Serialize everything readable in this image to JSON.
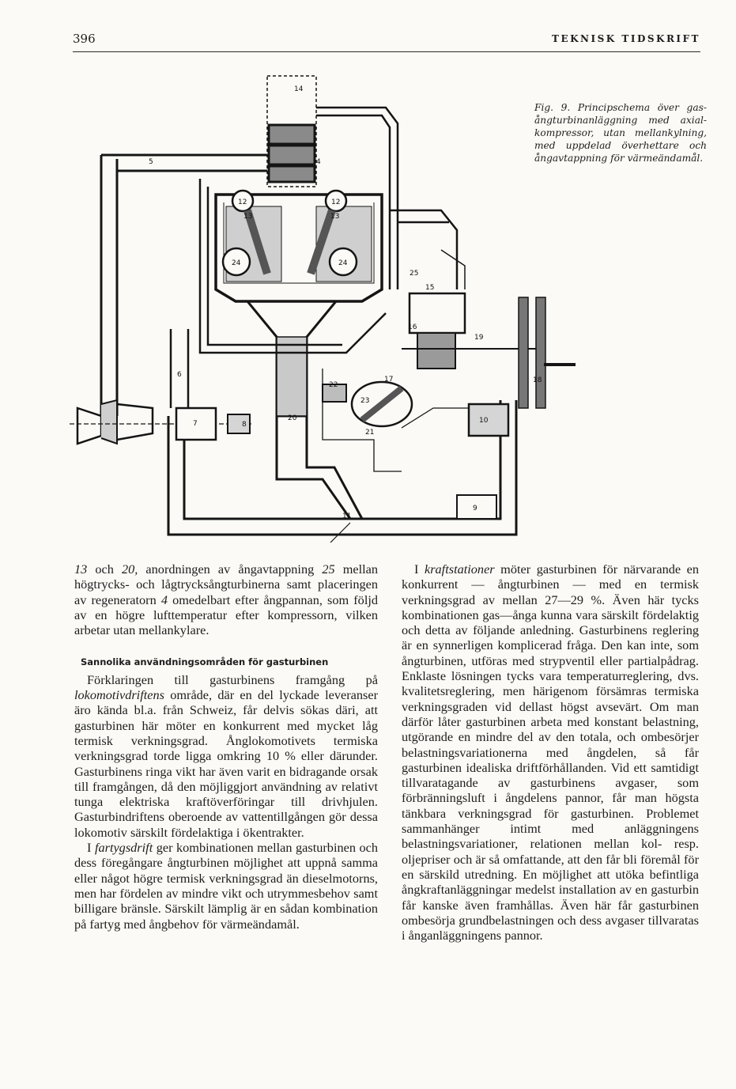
{
  "header": {
    "page_number": "396",
    "journal": "TEKNISK TIDSKRIFT"
  },
  "figure": {
    "caption": "Fig. 9. Principschema över gas­ångturbinanläggning med axial­kompressor, utan mellankylning, med uppdelad överhettare och ångavtappning för värmeända­mål.",
    "labels": {
      "l14": "14",
      "l4": "4",
      "l5": "5",
      "l12a": "12",
      "l12b": "12",
      "l13a": "13",
      "l13b": "13",
      "l24a": "24",
      "l24b": "24",
      "l25": "25",
      "l15": "15",
      "l16": "16",
      "l19": "19",
      "l18": "18",
      "l17": "17",
      "l22": "22",
      "l23": "23",
      "l21": "21",
      "l20": "20",
      "l7": "7",
      "l8": "8",
      "l6": "6",
      "l10": "10",
      "l9": "9",
      "l11": "11"
    }
  },
  "left_column": {
    "p1_prefix1": "13",
    "p1_text1": " och ",
    "p1_prefix2": "20,",
    "p1_text2": " anordningen av ångavtappning ",
    "p1_prefix3": "25",
    "p1_text3": " mellan högtrycks- och lågtrycksångturbinerna samt placeringen av regeneratorn ",
    "p1_prefix4": "4",
    "p1_text4": " omedelbart efter ångpannan, som följd av en högre lufttemperatur efter kompressorn, vilken arbetar utan mellankylare.",
    "heading": "Sannolika användningsområden för gasturbinen",
    "p2_a": "Förklaringen till gasturbinens framgång på ",
    "p2_em": "lokomotivdriftens",
    "p2_b": " område, där en del lyckade leveranser äro kända bl.a. från Schweiz, får delvis sökas däri, att gasturbinen här möter en konkurrent med mycket låg termisk verkningsgrad. Ånglokomotivets termiska verkningsgrad torde ligga omkring 10 % eller därunder. Gasturbinens ringa vikt har även varit en bidragande orsak till framgången, då den möjliggjort användning av relativt tunga elektriska kraftöverföringar till drivhjulen. Gasturbindriftens oberoende av vattentillgången gör dessa lokomotiv särskilt fördelaktiga i ökentrakter.",
    "p3_a": "I ",
    "p3_em": "fartygsdrift",
    "p3_b": " ger kombinationen mellan gasturbinen och dess föregångare ångturbinen möjlighet att uppnå samma eller något högre termisk verkningsgrad än dieselmotorns, men har fördelen av mindre vikt och utrymmesbehov samt billigare bränsle. Särskilt lämplig är en sådan kombination på fartyg med ångbehov för värmeändamål."
  },
  "right_column": {
    "p1_a": "I ",
    "p1_em": "kraftstationer",
    "p1_b": " möter gasturbinen för närvarande en konkurrent — ångturbinen — med en termisk verkningsgrad av mellan 27—29 %. Även här tycks kombinationen gas—ånga kunna vara särskilt fördelaktig och detta av följande anledning. Gasturbinens reglering är en synnerligen komplicerad fråga. Den kan inte, som ångturbinen, utföras med strypventil eller partialpådrag. Enklaste lösningen tycks vara temperaturreglering, dvs. kvalitetsreglering, men härigenom försämras termiska verkningsgraden vid dellast högst avsevärt. Om man därför låter gasturbinen arbeta med konstant belastning, utgörande en mindre del av den totala, och ombesörjer belastningsvariationerna med ångdelen, så får gasturbinen idealiska driftförhållanden. Vid ett samtidigt tillvaratagande av gasturbinens avgaser, som förbränningsluft i ångdelens pannor, får man högsta tänkbara verkningsgrad för gasturbinen. Problemet sammanhänger intimt med anläggningens belastningsvariationer, relationen mellan kol- resp. oljepriser och är så omfattande, att den får bli föremål för en särskild utredning. En möjlighet att utöka befintliga ångkraftanläggningar medelst installation av en gasturbin får kanske även framhållas. Även här får gasturbinen ombesörja grundbelastningen och dess avgaser tillvaratas i ånganläggningens pannor."
  }
}
